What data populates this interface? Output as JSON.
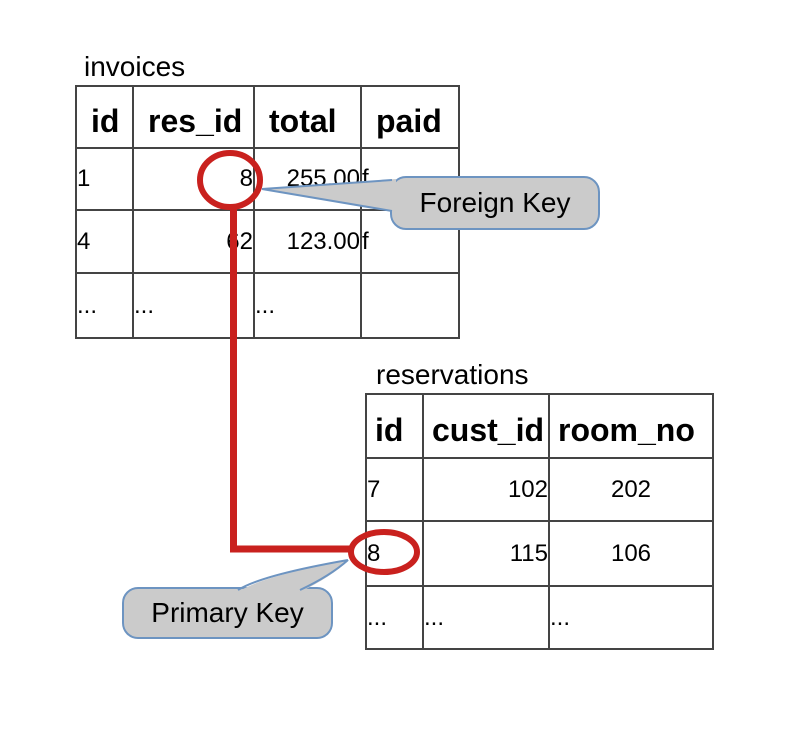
{
  "tables": [
    {
      "name": "invoices",
      "columns": [
        "id",
        "res_id",
        "total",
        "paid"
      ],
      "rows": [
        [
          "1",
          "8",
          "255.00",
          "f"
        ],
        [
          "4",
          "62",
          "123.00",
          "f"
        ],
        [
          "...",
          "...",
          "...",
          ""
        ]
      ]
    },
    {
      "name": "reservations",
      "columns": [
        "id",
        "cust_id",
        "room_no"
      ],
      "rows": [
        [
          "7",
          "102",
          "202"
        ],
        [
          "8",
          "115",
          "106"
        ],
        [
          "...",
          "...",
          "..."
        ]
      ]
    }
  ],
  "callouts": {
    "foreign_key": "Foreign Key",
    "primary_key": "Primary Key"
  },
  "colors": {
    "highlight_red": "#c9211e",
    "callout_fill": "#cbcbcb",
    "callout_border": "#6d94c1",
    "table_border": "#444444"
  }
}
